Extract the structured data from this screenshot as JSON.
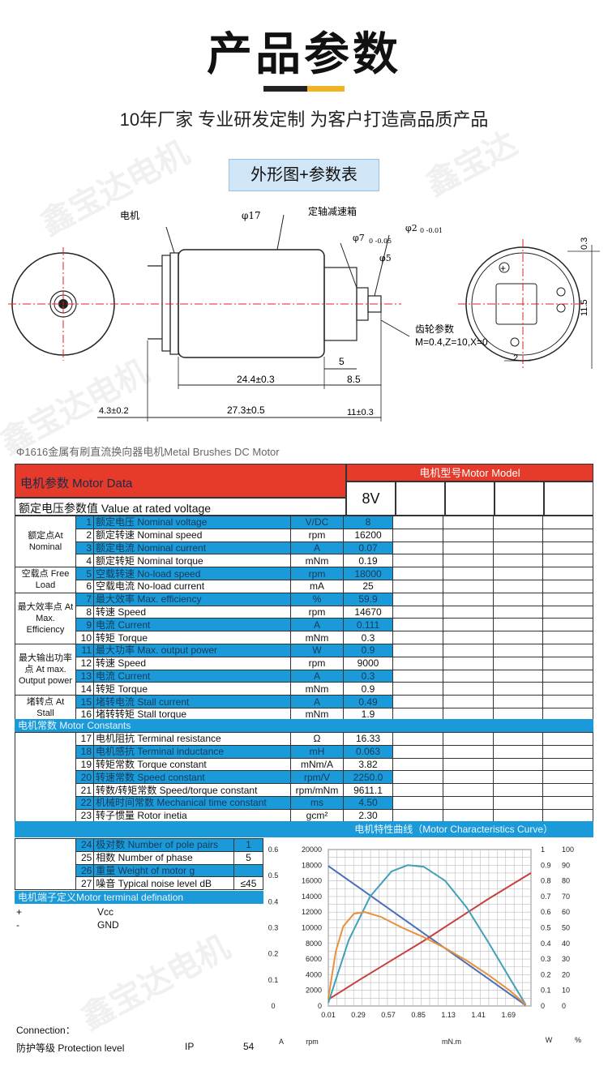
{
  "header": {
    "title": "产品参数",
    "subtitle": "10年厂家 专业研发定制 为客户打造高品质产品",
    "drawing_badge": "外形图+参数表"
  },
  "drawing": {
    "labels": {
      "motor": "电机",
      "phi17": "φ17",
      "gearbox": "定轴减速箱",
      "phi7": "φ7",
      "phi7_tol": "0 -0.05",
      "phi2": "φ2",
      "phi2_tol": "0 -0.01",
      "phi5": "φ5",
      "dim_5": "5",
      "gear_title": "齿轮参数",
      "gear_params": "M=0.4,Z=10,X=0",
      "dim_24_4": "24.4±0.3",
      "dim_8_5": "8.5",
      "dim_4_3": "4.3±0.2",
      "dim_27_3": "27.3±0.5",
      "dim_11": "11±0.3",
      "dim_0_3": "0.3",
      "dim_11_5": "11.5",
      "dim_2": "2",
      "plus": "+"
    }
  },
  "model_caption": "Φ1616金属有刷直流换向器电机Metal Brushes DC Motor",
  "table": {
    "motor_data_label": "电机参数 Motor Data",
    "rated_voltage_label": "额定电压参数值 Value at rated voltage",
    "model_header": "电机型号Motor Model",
    "voltage": "8V",
    "groups": [
      {
        "label": "额定点At Nominal",
        "rows": [
          {
            "no": "1",
            "name": "额定电压 Nominal voltage",
            "unit": "V/DC",
            "value": "8",
            "hl": true
          },
          {
            "no": "2",
            "name": "额定转速 Nominal speed",
            "unit": "rpm",
            "value": "16200",
            "hl": false
          },
          {
            "no": "3",
            "name": "额定电流 Nominal current",
            "unit": "A",
            "value": "0.07",
            "hl": true
          },
          {
            "no": "4",
            "name": "额定转矩 Nominal torque",
            "unit": "mNm",
            "value": "0.19",
            "hl": false
          }
        ]
      },
      {
        "label": "空载点 Free Load",
        "rows": [
          {
            "no": "5",
            "name": "空载转速 No-load speed",
            "unit": "rpm",
            "value": "18000",
            "hl": true
          },
          {
            "no": "6",
            "name": "空载电流 No-load current",
            "unit": "mA",
            "value": "25",
            "hl": false
          }
        ]
      },
      {
        "label": "最大效率点 At Max. Efficiency",
        "rows": [
          {
            "no": "7",
            "name": "最大效率 Max. efficiency",
            "unit": "%",
            "value": "59.9",
            "hl": true
          },
          {
            "no": "8",
            "name": "转速      Speed",
            "unit": "rpm",
            "value": "14670",
            "hl": false
          },
          {
            "no": "9",
            "name": "电流      Current",
            "unit": "A",
            "value": "0.111",
            "hl": true
          },
          {
            "no": "10",
            "name": "转矩      Torque",
            "unit": "mNm",
            "value": "0.3",
            "hl": false
          }
        ]
      },
      {
        "label": "最大输出功率点 At max. Output power",
        "rows": [
          {
            "no": "11",
            "name": "最大功率 Max. output power",
            "unit": "W",
            "value": "0.9",
            "hl": true
          },
          {
            "no": "12",
            "name": "转速      Speed",
            "unit": "rpm",
            "value": "9000",
            "hl": false
          },
          {
            "no": "13",
            "name": "电流      Current",
            "unit": "A",
            "value": "0.3",
            "hl": true
          },
          {
            "no": "14",
            "name": "转矩      Torque",
            "unit": "mNm",
            "value": "0.9",
            "hl": false
          }
        ]
      },
      {
        "label": "堵转点 At Stall",
        "rows": [
          {
            "no": "15",
            "name": "堵转电流 Stall current",
            "unit": "A",
            "value": "0.49",
            "hl": true
          },
          {
            "no": "16",
            "name": "堵转转矩 Stall torque",
            "unit": "mNm",
            "value": "1.9",
            "hl": false
          }
        ]
      }
    ],
    "constants_header": "电机常数 Motor Constants",
    "constants": [
      {
        "no": "17",
        "name": "电机阻抗 Terminal resistance",
        "unit": "Ω",
        "value": "16.33",
        "hl": false
      },
      {
        "no": "18",
        "name": "电机感抗 Terminal inductance",
        "unit": "mH",
        "value": "0.063",
        "hl": true
      },
      {
        "no": "19",
        "name": "转矩常数 Torque constant",
        "unit": "mNm/A",
        "value": "3.82",
        "hl": false
      },
      {
        "no": "20",
        "name": "转速常数 Speed constant",
        "unit": "rpm/V",
        "value": "2250.0",
        "hl": true
      },
      {
        "no": "21",
        "name": "转数/转矩常数 Speed/torque constant",
        "unit": "rpm/mNm",
        "value": "9611.1",
        "hl": false
      },
      {
        "no": "22",
        "name": "机械时间常数  Mechanical time constant",
        "unit": "ms",
        "value": "4.50",
        "hl": true
      },
      {
        "no": "23",
        "name": "转子惯量  Rotor inetia",
        "unit": "gcm²",
        "value": "2.30",
        "hl": false
      }
    ],
    "curve_header": "电机特性曲线（Motor Characteristics Curve）",
    "extra": [
      {
        "no": "24",
        "name": "极对数 Number of pole pairs",
        "value": "1",
        "hl": true
      },
      {
        "no": "25",
        "name": "相数    Number of phase",
        "value": "5",
        "hl": false
      },
      {
        "no": "26",
        "name": "重量    Weight of motor     g",
        "value": "",
        "hl": true
      },
      {
        "no": "27",
        "name": "噪音    Typical noise level dB",
        "value": "≤45",
        "hl": false
      }
    ],
    "terminal_header": "电机端子定义Motor terminal defination",
    "terminals": [
      {
        "sign": "+",
        "name": "Vcc"
      },
      {
        "sign": "-",
        "name": "GND"
      }
    ]
  },
  "footer": {
    "connection": "Connection：",
    "protection_label": "防护等级 Protection level",
    "protection_code": "IP",
    "protection_value": "54"
  },
  "chart_data": {
    "type": "line",
    "x_ticks": [
      "0.01",
      "0.29",
      "0.57",
      "0.85",
      "1.13",
      "1.41",
      "1.69"
    ],
    "xlim": [
      0.01,
      1.9
    ],
    "xlabel": "mN.m",
    "axes": {
      "A": {
        "label": "A",
        "ticks": [
          "0",
          "0.1",
          "0.2",
          "0.3",
          "0.4",
          "0.5",
          "0.6"
        ],
        "lim": [
          0,
          0.6
        ]
      },
      "rpm": {
        "label": "rpm",
        "ticks": [
          "0",
          "2000",
          "4000",
          "6000",
          "8000",
          "10000",
          "12000",
          "14000",
          "16000",
          "18000",
          "20000"
        ],
        "lim": [
          0,
          20000
        ]
      },
      "W": {
        "label": "W",
        "ticks": [
          "0",
          "0.1",
          "0.2",
          "0.3",
          "0.4",
          "0.5",
          "0.6",
          "0.7",
          "0.8",
          "0.9",
          "1"
        ],
        "lim": [
          0,
          1
        ]
      },
      "pct": {
        "label": "%",
        "ticks": [
          "0",
          "10",
          "20",
          "30",
          "40",
          "50",
          "60",
          "70",
          "80",
          "90",
          "100"
        ],
        "lim": [
          0,
          100
        ]
      }
    },
    "series": [
      {
        "axis": "rpm",
        "color": "#4a6fb8",
        "points": [
          [
            0.01,
            17900
          ],
          [
            0.3,
            15100
          ],
          [
            0.6,
            12200
          ],
          [
            0.9,
            9300
          ],
          [
            1.2,
            6400
          ],
          [
            1.5,
            3500
          ],
          [
            1.85,
            100
          ]
        ]
      },
      {
        "axis": "A",
        "color": "#c8403e",
        "points": [
          [
            0.01,
            0.025
          ],
          [
            0.3,
            0.1
          ],
          [
            0.6,
            0.175
          ],
          [
            0.9,
            0.25
          ],
          [
            1.2,
            0.33
          ],
          [
            1.5,
            0.41
          ],
          [
            1.9,
            0.51
          ]
        ]
      },
      {
        "axis": "W",
        "color": "#3fa0b8",
        "points": [
          [
            0.01,
            0.02
          ],
          [
            0.2,
            0.42
          ],
          [
            0.4,
            0.7
          ],
          [
            0.6,
            0.86
          ],
          [
            0.75,
            0.9
          ],
          [
            0.9,
            0.89
          ],
          [
            1.1,
            0.8
          ],
          [
            1.3,
            0.63
          ],
          [
            1.5,
            0.41
          ],
          [
            1.7,
            0.18
          ],
          [
            1.85,
            0.01
          ]
        ]
      },
      {
        "axis": "pct",
        "color": "#e8913a",
        "points": [
          [
            0.01,
            5
          ],
          [
            0.08,
            35
          ],
          [
            0.15,
            51
          ],
          [
            0.25,
            59
          ],
          [
            0.35,
            60
          ],
          [
            0.5,
            57
          ],
          [
            0.7,
            50
          ],
          [
            0.9,
            44
          ],
          [
            1.1,
            37
          ],
          [
            1.3,
            29
          ],
          [
            1.5,
            20
          ],
          [
            1.7,
            10
          ],
          [
            1.85,
            1
          ]
        ]
      }
    ]
  }
}
